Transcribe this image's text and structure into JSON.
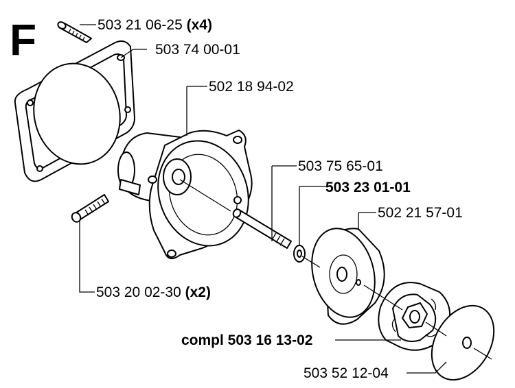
{
  "section_letter": "F",
  "parts": [
    {
      "number": "503 21 06-25",
      "qty": "(x4)",
      "bold_number": false,
      "bold_qty": true
    },
    {
      "number": "503 74 00-01",
      "qty": "",
      "bold_number": false,
      "bold_qty": false
    },
    {
      "number": "502 18 94-02",
      "qty": "",
      "bold_number": false,
      "bold_qty": false
    },
    {
      "number": "503 75 65-01",
      "qty": "",
      "bold_number": false,
      "bold_qty": false
    },
    {
      "number": "503 23 01-01",
      "qty": "",
      "bold_number": true,
      "bold_qty": false
    },
    {
      "number": "502 21 57-01",
      "qty": "",
      "bold_number": false,
      "bold_qty": false
    },
    {
      "number": "503 20 02-30",
      "qty": "(x2)",
      "bold_number": false,
      "bold_qty": true
    },
    {
      "number": "compl 503 16 13-02",
      "qty": "",
      "bold_number": true,
      "bold_qty": false
    },
    {
      "number": "503 52 12-04",
      "qty": "",
      "bold_number": false,
      "bold_qty": false
    }
  ]
}
